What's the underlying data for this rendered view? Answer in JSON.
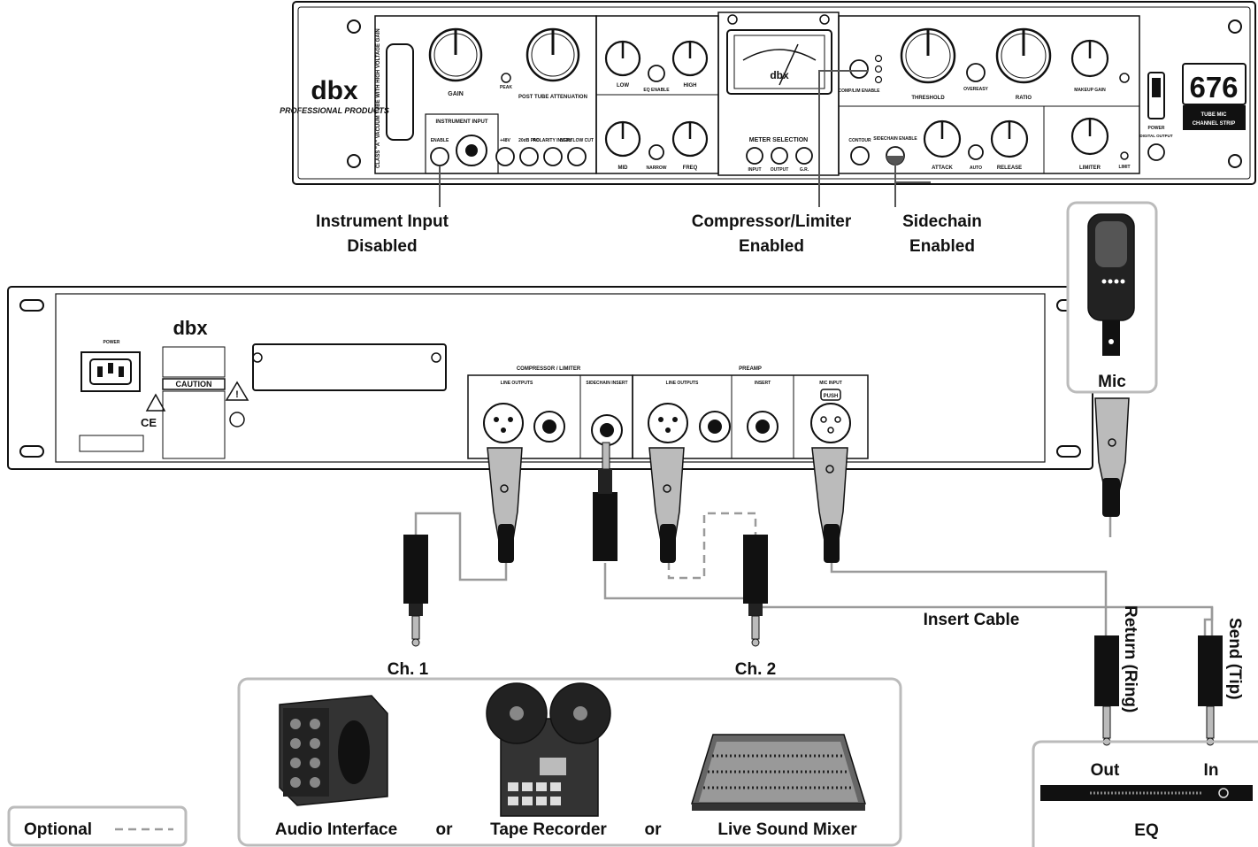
{
  "front_panel": {
    "brand": "dbx",
    "brand_sub": "PROFESSIONAL PRODUCTS",
    "vertical_text": "CLASS \"A\" VACUUM TUBE WITH HIGH VOLTAGE GAIN",
    "model": "676",
    "model_sub1": "TUBE MIC",
    "model_sub2": "CHANNEL STRIP",
    "labels": {
      "gain": "GAIN",
      "peak": "PEAK",
      "post_tube_att": "POST TUBE ATTENUATION",
      "instrument_input": "INSTRUMENT INPUT",
      "enable": "ENABLE",
      "plus48v": "+48V",
      "pad": "20dB PAD",
      "polarity": "POLARITY INVERT",
      "lowcut": "80 Hz LOW CUT",
      "low": "LOW",
      "eq_enable": "EQ ENABLE",
      "high": "HIGH",
      "mid": "MID",
      "narrow": "NARROW",
      "freq": "FREQ",
      "meter_selection": "METER SELECTION",
      "input": "INPUT",
      "output": "OUTPUT",
      "gr": "G.R.",
      "comp_lim_enable": "COMP/LIM ENABLE",
      "threshold": "THRESHOLD",
      "overeasy": "OVEREASY",
      "ratio": "RATIO",
      "makeup_gain": "MAKEUP GAIN",
      "contour": "CONTOUR",
      "sidechain_enable": "SIDECHAIN ENABLE",
      "attack": "ATTACK",
      "auto": "AUTO",
      "release": "RELEASE",
      "limiter": "LIMITER",
      "limit": "LIMIT",
      "power": "POWER",
      "digital_output": "DIGITAL OUTPUT"
    }
  },
  "callouts": {
    "instrument_input_line1": "Instrument Input",
    "instrument_input_line2": "Disabled",
    "complim_line1": "Compressor/Limiter",
    "complim_line2": "Enabled",
    "sidechain_line1": "Sidechain",
    "sidechain_line2": "Enabled"
  },
  "rear_panel": {
    "brand": "dbx",
    "power": "POWER",
    "caution": "CAUTION",
    "comp_limiter": "COMPRESSOR / LIMITER",
    "preamp": "PREAMP",
    "line_outputs": "LINE OUTPUTS",
    "sidechain_insert": "SIDECHAIN INSERT",
    "insert": "INSERT",
    "mic_input": "MIC INPUT",
    "push": "PUSH"
  },
  "labels": {
    "mic": "Mic",
    "insert_cable": "Insert Cable",
    "return_ring": "Return (Ring)",
    "send_tip": "Send (Tip)",
    "ch1": "Ch. 1",
    "ch2": "Ch. 2",
    "out": "Out",
    "in": "In",
    "eq": "EQ",
    "audio_interface": "Audio Interface",
    "or1": "or",
    "tape_recorder": "Tape Recorder",
    "or2": "or",
    "live_sound_mixer": "Live Sound Mixer",
    "optional": "Optional"
  }
}
